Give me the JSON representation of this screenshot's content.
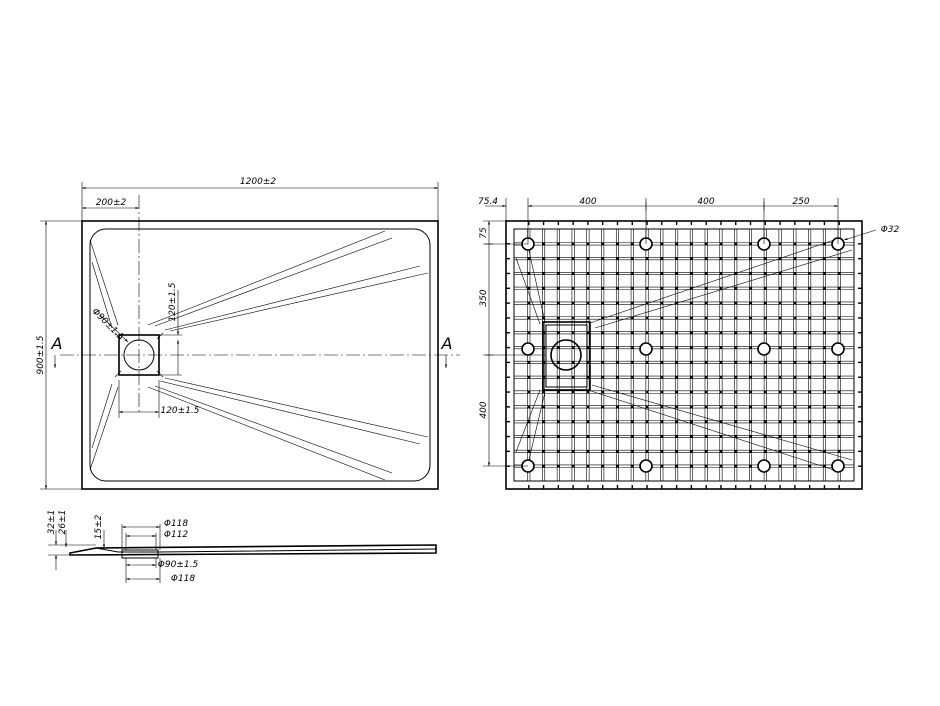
{
  "top_view": {
    "width_dim": "1200±2",
    "offset_dim": "200±2",
    "height_dim": "900±1.5",
    "drain_diameter": "Φ90±1.5",
    "drain_v_dim": "120±1.5",
    "drain_h_dim": "120±1.5",
    "section_left": "A",
    "section_right": "A"
  },
  "bottom_view": {
    "dim_offset": "75.4",
    "dim_span1": "400",
    "dim_span2": "400",
    "dim_span3": "250",
    "dim_side_top": "75",
    "dim_side_mid": "350",
    "dim_side_low": "400",
    "foot_diameter": "Φ32"
  },
  "section_view": {
    "dim_total_h": "32±1",
    "dim_body_h": "26±1",
    "dim_drain_depth": "15±2",
    "dim_d118_top": "Φ118",
    "dim_d112": "Φ112",
    "dim_d90": "Φ90±1.5",
    "dim_d118_bottom": "Φ118"
  }
}
